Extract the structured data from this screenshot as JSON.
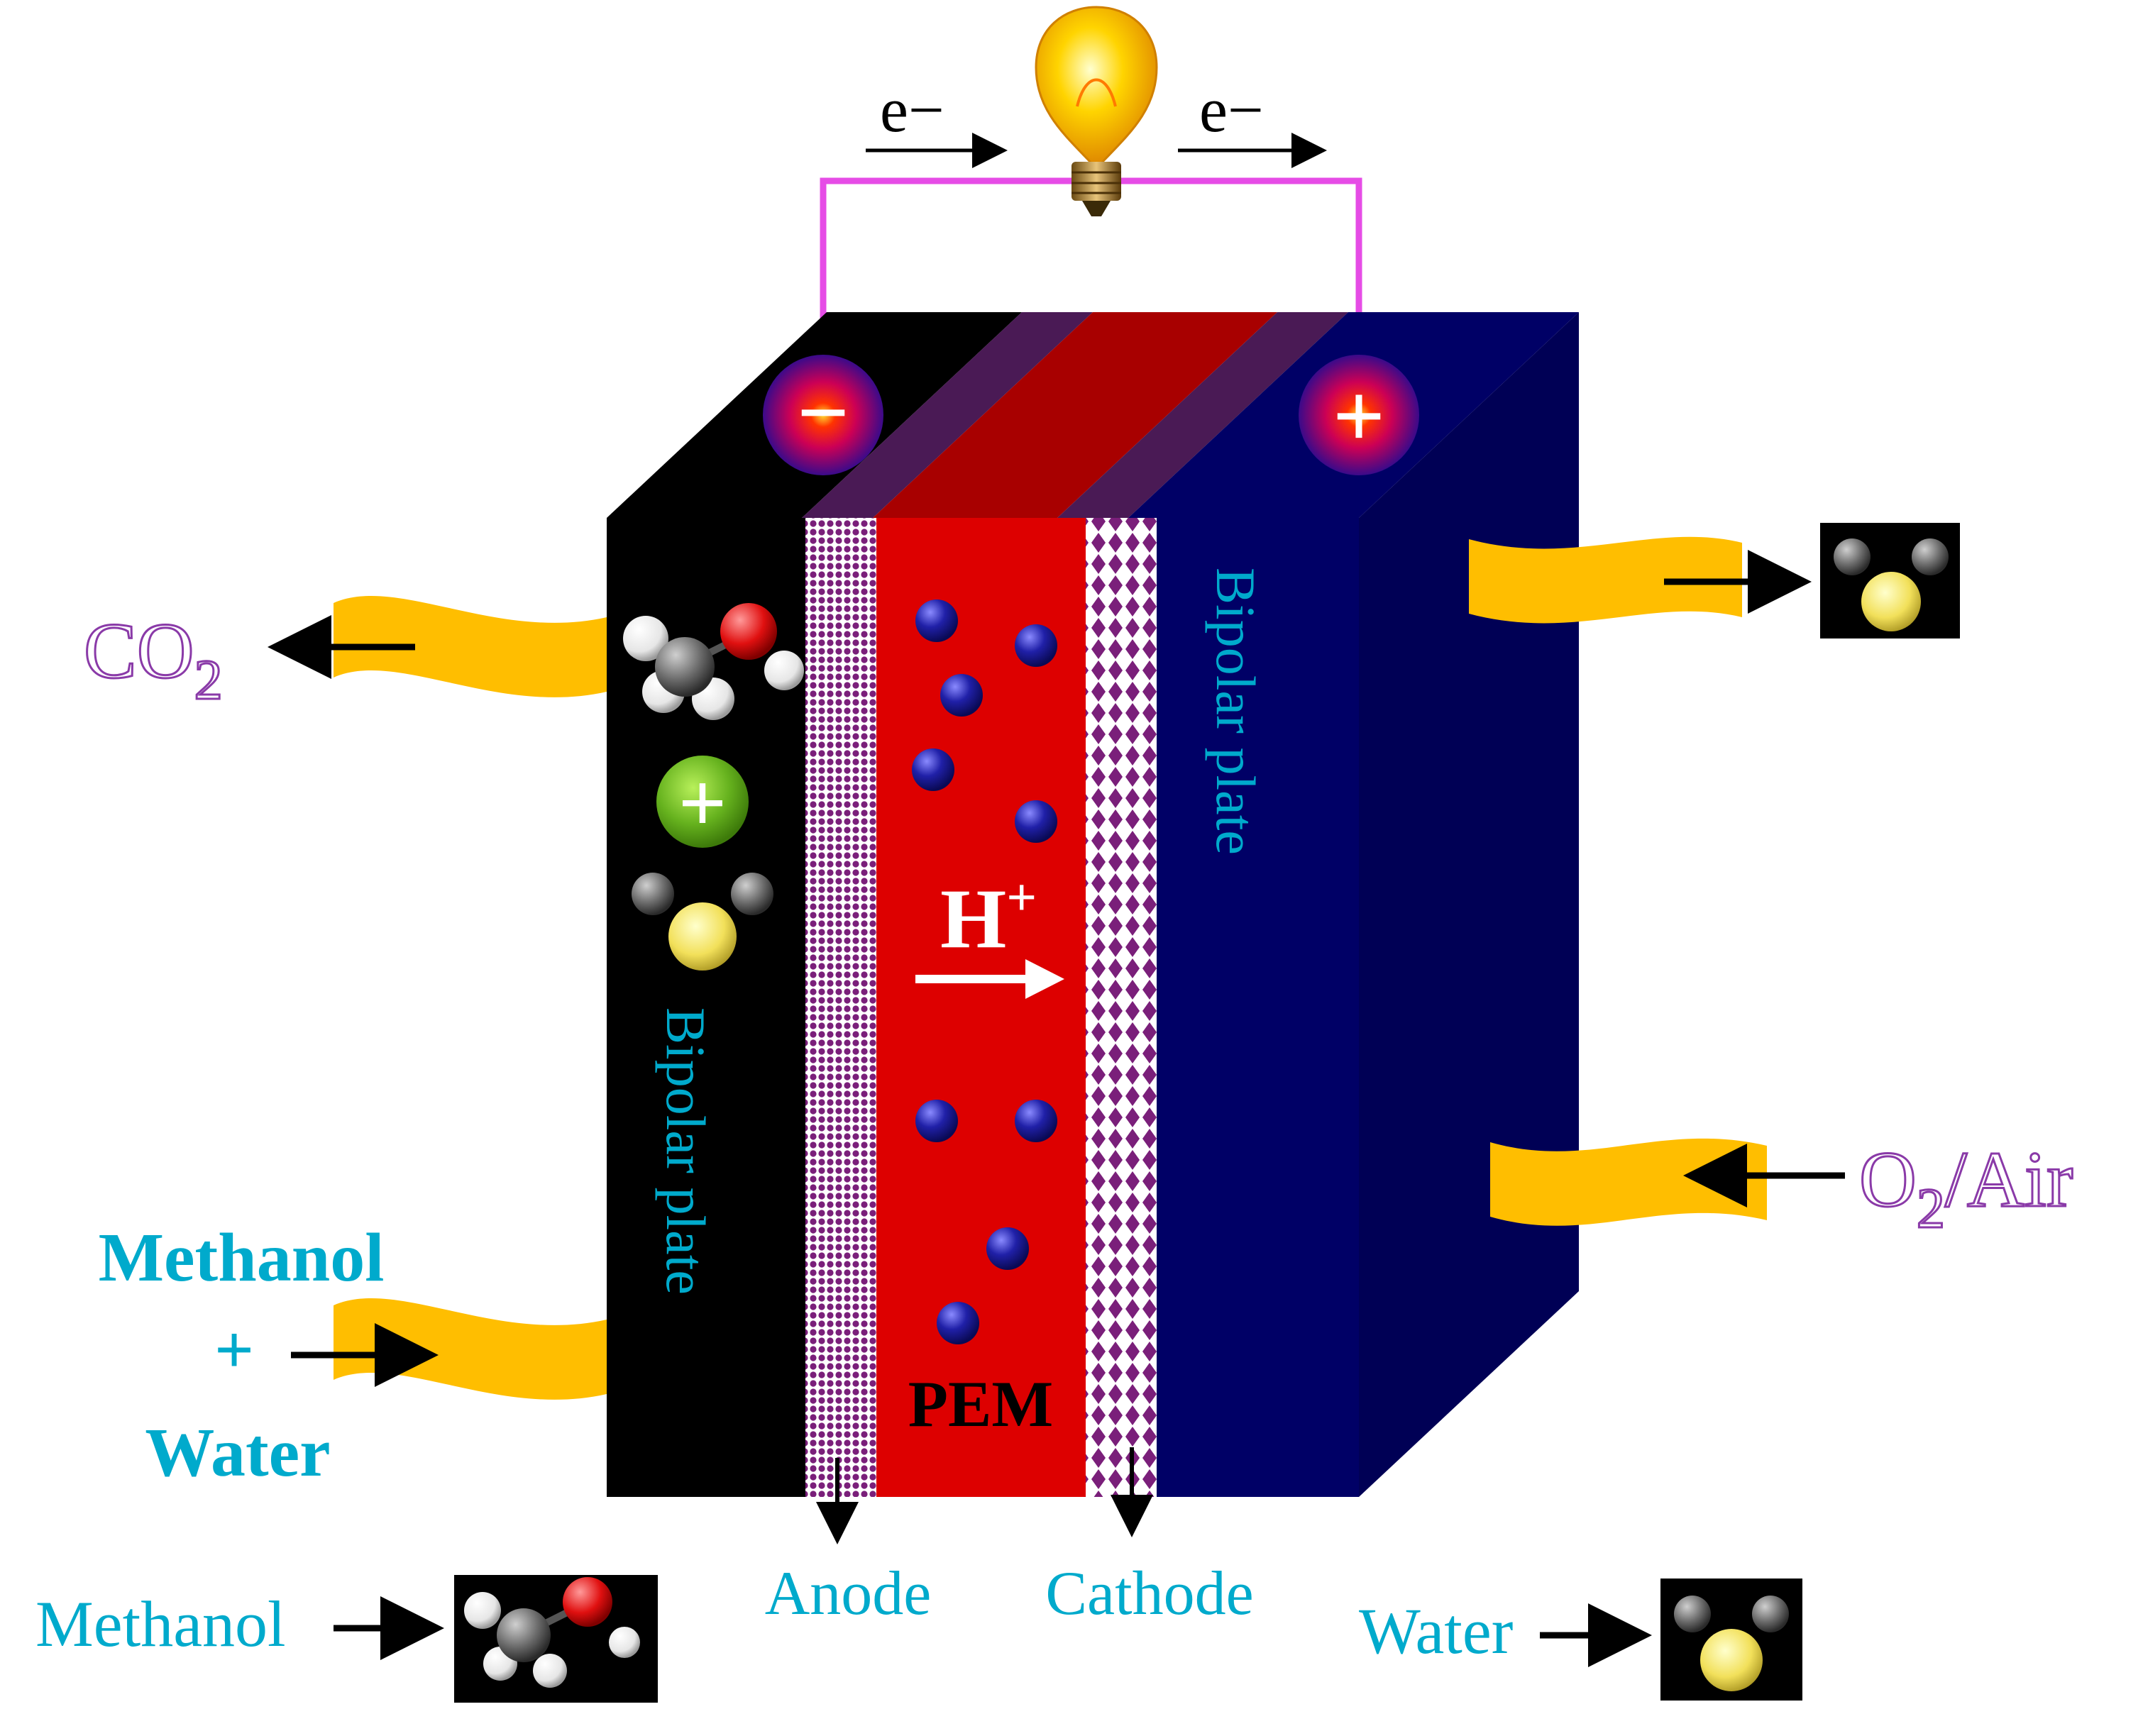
{
  "circuit": {
    "electron_left": "e−",
    "electron_right": "e−",
    "terminal_negative": "−",
    "terminal_positive": "+"
  },
  "cell": {
    "anode_plate_label": "Bipolar plate",
    "cathode_plate_label": "Bipolar plate",
    "membrane_label": "PEM",
    "proton_label": "H",
    "proton_charge": "+",
    "ion_charge": "+",
    "anode_label": "Anode",
    "cathode_label": "Cathode"
  },
  "flows": {
    "co2_base": "CO",
    "co2_sub": "2",
    "o2_base": "O",
    "o2_sub": "2",
    "o2_suffix": "/Air",
    "feed_line1": "Methanol",
    "feed_line2": "+",
    "feed_line3": "Water"
  },
  "legend": {
    "methanol": "Methanol",
    "water": "Water"
  },
  "colors": {
    "anode_plate": "#000000",
    "cathode_plate": "#000066",
    "membrane": "#dd0000",
    "catalyst": "#7a1f7a",
    "wire": "#e64ce6",
    "pipe": "#ffbe00",
    "label_cyan": "#00aacc",
    "label_purple": "#8a3aa8",
    "proton_dot": "#1a1a9a"
  }
}
